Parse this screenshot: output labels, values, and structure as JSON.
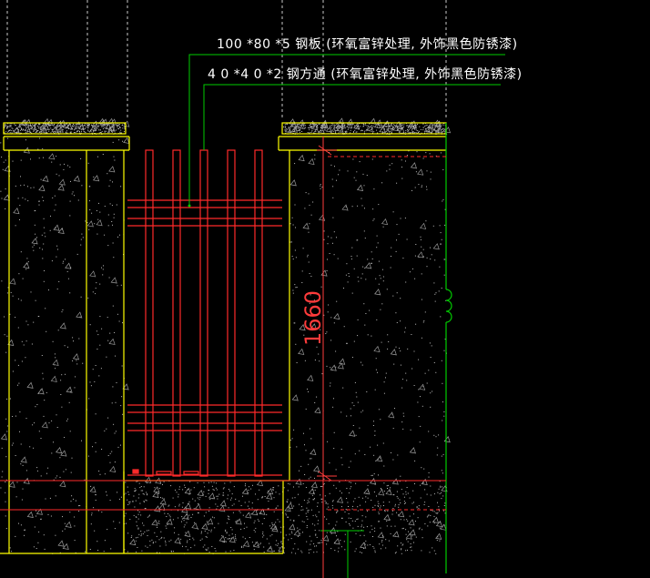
{
  "drawing": {
    "callouts": {
      "plate": "100 *80 *5 钢板 (环氧富锌处理, 外饰黑色防锈漆)",
      "tube": "4 0 *4 0 *2 钢方通 (环氧富锌处理, 外饰黑色防锈漆)"
    },
    "dimension": {
      "value": "1660"
    },
    "colors": {
      "background": "#000000",
      "concrete_edge": "#ffff00",
      "steel": "#ff2a2a",
      "leader": "#00cc00",
      "text": "#ffffff",
      "dim_line": "#ff3b3b"
    }
  }
}
